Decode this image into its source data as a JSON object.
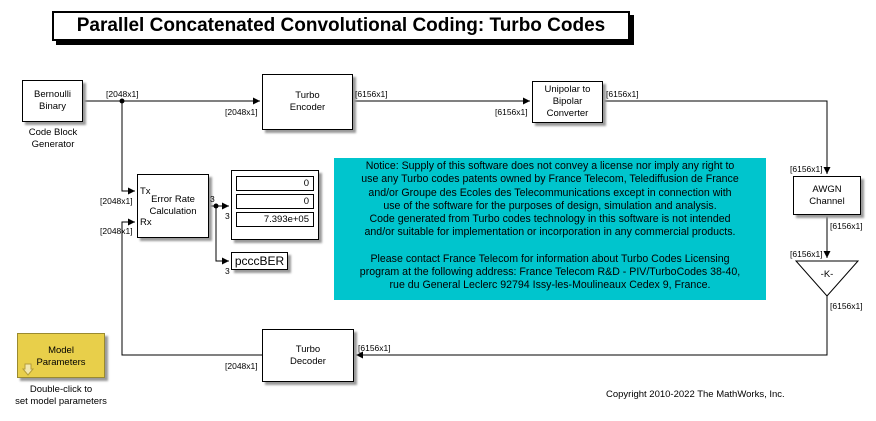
{
  "title": "Parallel Concatenated Convolutional Coding: Turbo Codes",
  "blocks": {
    "bernoulli": "Bernoulli\nBinary",
    "bernoulli_caption": "Code Block\nGenerator",
    "turbo_encoder": "Turbo\nEncoder",
    "unipolar": "Unipolar to\nBipolar\nConverter",
    "awgn": "AWGN\nChannel",
    "gain": "-K-",
    "turbo_decoder": "Turbo\nDecoder",
    "error_rate": "Error Rate\nCalculation",
    "error_rate_tx": "Tx",
    "error_rate_rx": "Rx",
    "workspace": "pcccBER",
    "model_params": "Model\nParameters",
    "model_params_caption": "Double-click to\nset model parameters"
  },
  "display": {
    "values": [
      "0",
      "0",
      "7.393e+05"
    ]
  },
  "signals": {
    "s2048": "[2048x1]",
    "s6156": "[6156x1]",
    "w3": "3"
  },
  "notice": {
    "para1": "Notice: Supply of this software does not convey a license nor imply any right to\nuse any Turbo codes patents owned by France Telecom, Telediffusion de France\nand/or Groupe des Ecoles des Telecommunications except in connection with\nuse of the software for the purposes of design, simulation and analysis.\nCode generated from Turbo codes technology in this software is not intended\nand/or suitable for implementation or incorporation in any commercial products.",
    "para2": "Please contact France Telecom for information about Turbo Codes Licensing\nprogram at the following address: France Telecom R&D - PIV/TurboCodes 38-40,\nrue du General Leclerc 92794 Issy-les-Moulineaux Cedex 9, France."
  },
  "copyright": "Copyright 2010-2022 The MathWorks, Inc.",
  "icons": {
    "model_params": "down-arrow-icon"
  },
  "colors": {
    "notice_bg": "#00c5cd",
    "model_params_bg": "#e8cf4a"
  }
}
